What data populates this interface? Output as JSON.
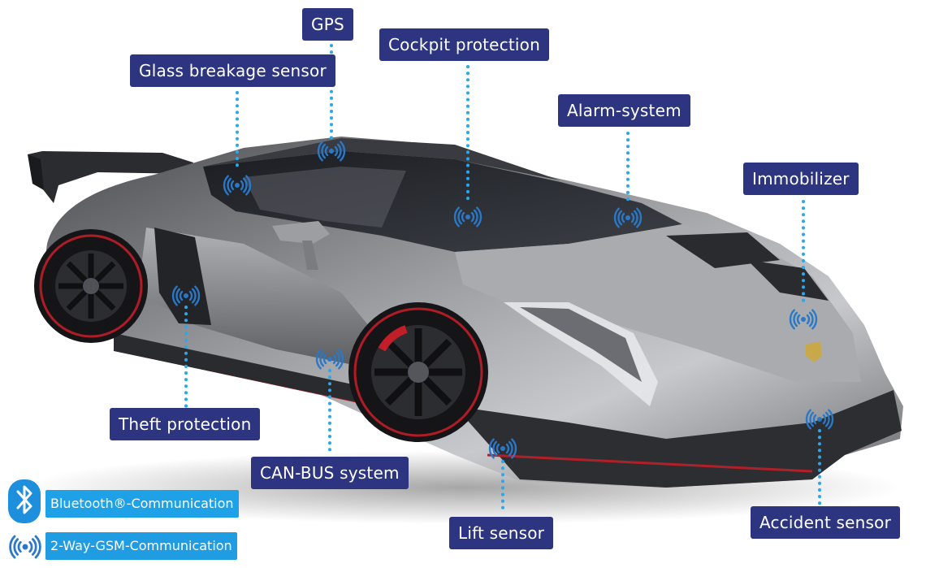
{
  "labels": {
    "gps": "GPS",
    "cockpit": "Cockpit protection",
    "glass": "Glass breakage sensor",
    "alarm": "Alarm-system",
    "immobilizer": "Immobilizer",
    "theft": "Theft protection",
    "canbus": "CAN-BUS system",
    "lift": "Lift sensor",
    "accident": "Accident sensor"
  },
  "legend": {
    "bluetooth": "Bluetooth®-Communication",
    "gsm": "2-Way-GSM-Communication"
  },
  "colors": {
    "label_bg": "#2e3580",
    "dot_line": "#29a8ec",
    "signal_icon": "#2a78c8",
    "legend_bg": "#1ea1e6"
  },
  "icons": {
    "sensor": "signal-icon",
    "bluetooth": "bluetooth-icon",
    "gsm": "signal-icon"
  }
}
